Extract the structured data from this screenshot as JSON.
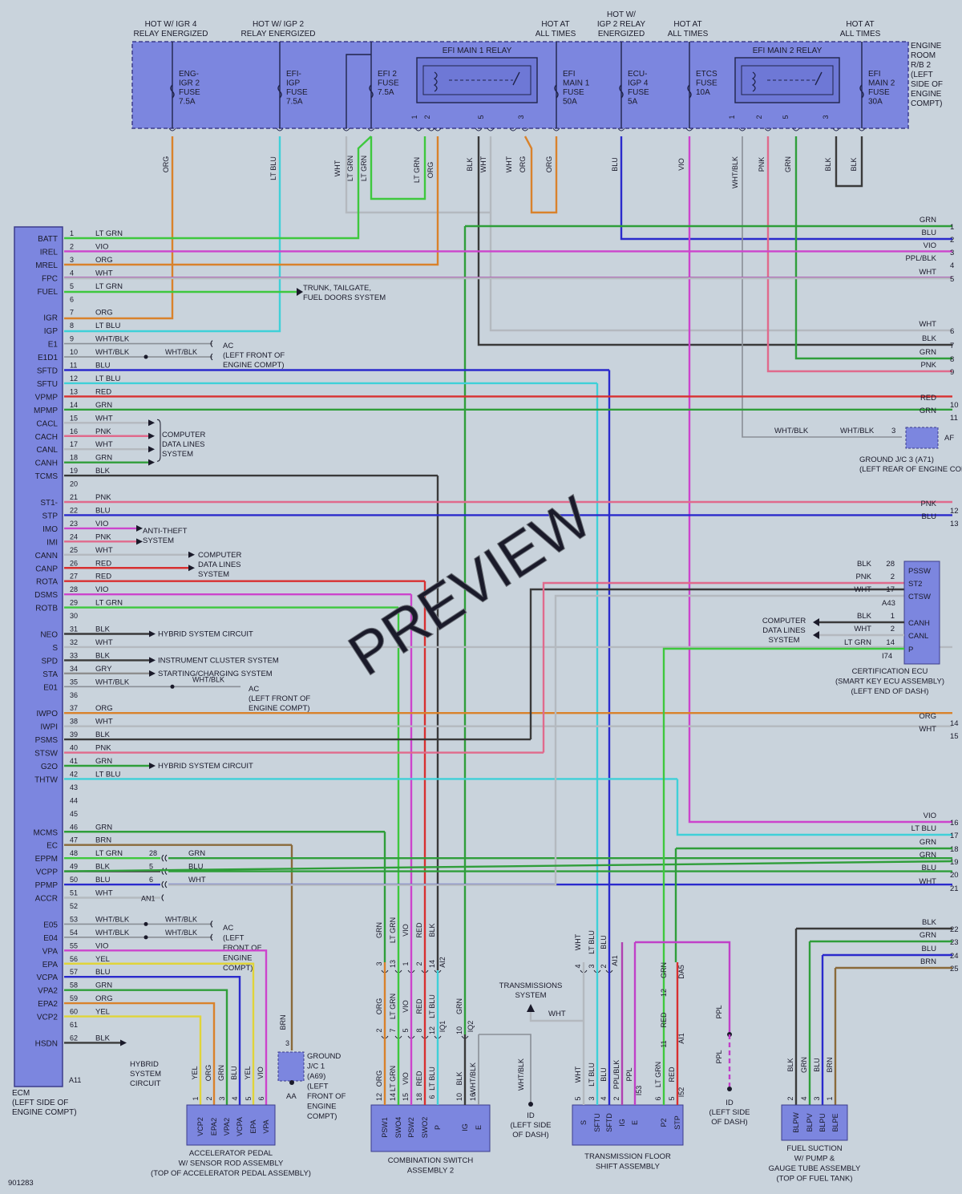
{
  "figure_id": "901283",
  "watermark": "PREVIEW",
  "top_labels": [
    {
      "lines": [
        "HOT W/ IGR 4",
        "RELAY ENERGIZED"
      ]
    },
    {
      "lines": [
        "HOT W/ IGP 2",
        "RELAY ENERGIZED"
      ]
    },
    {
      "lines": [
        "HOT AT",
        "ALL TIMES"
      ]
    },
    {
      "lines": [
        "HOT W/",
        "IGP 2 RELAY",
        "ENERGIZED"
      ]
    },
    {
      "lines": [
        "HOT AT",
        "ALL TIMES"
      ]
    },
    {
      "lines": [
        "HOT AT",
        "ALL TIMES"
      ]
    }
  ],
  "relay_box": {
    "label_lines": [
      "ENGINE",
      "ROOM",
      "R/B 2",
      "(LEFT",
      "SIDE OF",
      "ENGINE",
      "COMPT)"
    ]
  },
  "fuses": [
    {
      "lines": [
        "ENG-",
        "IGR 2",
        "FUSE",
        "7.5A"
      ]
    },
    {
      "lines": [
        "EFI-",
        "IGP",
        "FUSE",
        "7.5A"
      ]
    },
    {
      "lines": [
        "EFI 2",
        "FUSE",
        "7.5A"
      ]
    },
    {
      "lines": [
        "EFI",
        "MAIN 1",
        "FUSE",
        "50A"
      ]
    },
    {
      "lines": [
        "ECU-",
        "IGP 4",
        "FUSE",
        "5A"
      ]
    },
    {
      "lines": [
        "ETCS",
        "FUSE",
        "10A"
      ]
    },
    {
      "lines": [
        "EFI",
        "MAIN 2",
        "FUSE",
        "30A"
      ]
    }
  ],
  "relays": [
    {
      "name": "EFI MAIN 1 RELAY",
      "pins": [
        "1",
        "2",
        "5",
        "3"
      ]
    },
    {
      "name": "EFI MAIN 2 RELAY",
      "pins": [
        "1",
        "2",
        "5",
        "3"
      ]
    }
  ],
  "top_wire_labels": [
    "ORG",
    "LT BLU",
    "WHT",
    "LT GRN",
    "LT GRN",
    "LT GRN",
    "ORG",
    "BLK",
    "WHT",
    "WHT",
    "ORG",
    "ORG",
    "BLU",
    "VIO",
    "WHT/BLK",
    "PNK",
    "GRN",
    "BLK",
    "BLK"
  ],
  "ecm": {
    "label_lines": [
      "ECM",
      "(LEFT SIDE OF",
      "ENGINE COMPT)"
    ],
    "pins": [
      {
        "no": "1",
        "name": "BATT",
        "color": "LT GRN"
      },
      {
        "no": "2",
        "name": "IREL",
        "color": "VIO"
      },
      {
        "no": "3",
        "name": "MREL",
        "color": "ORG"
      },
      {
        "no": "4",
        "name": "FPC",
        "color": "WHT"
      },
      {
        "no": "5",
        "name": "FUEL",
        "color": "LT GRN"
      },
      {
        "no": "6",
        "name": "",
        "color": ""
      },
      {
        "no": "7",
        "name": "IGR",
        "color": "ORG"
      },
      {
        "no": "8",
        "name": "IGP",
        "color": "LT BLU"
      },
      {
        "no": "9",
        "name": "E1",
        "color": "WHT/BLK"
      },
      {
        "no": "10",
        "name": "E1D1",
        "color": "WHT/BLK"
      },
      {
        "no": "11",
        "name": "SFTD",
        "color": "BLU"
      },
      {
        "no": "12",
        "name": "SFTU",
        "color": "LT BLU"
      },
      {
        "no": "13",
        "name": "VPMP",
        "color": "RED"
      },
      {
        "no": "14",
        "name": "MPMP",
        "color": "GRN"
      },
      {
        "no": "15",
        "name": "CACL",
        "color": "WHT"
      },
      {
        "no": "16",
        "name": "CACH",
        "color": "PNK"
      },
      {
        "no": "17",
        "name": "CANL",
        "color": "WHT"
      },
      {
        "no": "18",
        "name": "CANH",
        "color": "GRN"
      },
      {
        "no": "19",
        "name": "TCMS",
        "color": "BLK"
      },
      {
        "no": "20",
        "name": "",
        "color": ""
      },
      {
        "no": "21",
        "name": "ST1-",
        "color": "PNK"
      },
      {
        "no": "22",
        "name": "STP",
        "color": "BLU"
      },
      {
        "no": "23",
        "name": "IMO",
        "color": "VIO"
      },
      {
        "no": "24",
        "name": "IMI",
        "color": "PNK"
      },
      {
        "no": "25",
        "name": "CANN",
        "color": "WHT"
      },
      {
        "no": "26",
        "name": "CANP",
        "color": "RED"
      },
      {
        "no": "27",
        "name": "ROTA",
        "color": "RED"
      },
      {
        "no": "28",
        "name": "DSMS",
        "color": "VIO"
      },
      {
        "no": "29",
        "name": "ROTB",
        "color": "LT GRN"
      },
      {
        "no": "30",
        "name": "",
        "color": ""
      },
      {
        "no": "31",
        "name": "NEO",
        "color": "BLK"
      },
      {
        "no": "32",
        "name": "S",
        "color": "WHT"
      },
      {
        "no": "33",
        "name": "SPD",
        "color": "BLK"
      },
      {
        "no": "34",
        "name": "STA",
        "color": "GRY"
      },
      {
        "no": "35",
        "name": "E01",
        "color": "WHT/BLK"
      },
      {
        "no": "36",
        "name": "",
        "color": ""
      },
      {
        "no": "37",
        "name": "IWPO",
        "color": "ORG"
      },
      {
        "no": "38",
        "name": "IWPI",
        "color": "WHT"
      },
      {
        "no": "39",
        "name": "PSMS",
        "color": "BLK"
      },
      {
        "no": "40",
        "name": "STSW",
        "color": "PNK"
      },
      {
        "no": "41",
        "name": "G2O",
        "color": "GRN"
      },
      {
        "no": "42",
        "name": "THTW",
        "color": "LT BLU"
      },
      {
        "no": "43",
        "name": "",
        "color": ""
      },
      {
        "no": "44",
        "name": "",
        "color": ""
      },
      {
        "no": "45",
        "name": "",
        "color": ""
      },
      {
        "no": "46",
        "name": "MCMS",
        "color": "GRN"
      },
      {
        "no": "47",
        "name": "EC",
        "color": "BRN"
      },
      {
        "no": "48",
        "name": "EPPM",
        "color": "LT GRN"
      },
      {
        "no": "49",
        "name": "VCPP",
        "color": "BLK"
      },
      {
        "no": "50",
        "name": "PPMP",
        "color": "BLU"
      },
      {
        "no": "51",
        "name": "ACCR",
        "color": "WHT"
      },
      {
        "no": "52",
        "name": "",
        "color": ""
      },
      {
        "no": "53",
        "name": "E05",
        "color": "WHT/BLK"
      },
      {
        "no": "54",
        "name": "E04",
        "color": "WHT/BLK"
      },
      {
        "no": "55",
        "name": "VPA",
        "color": "VIO"
      },
      {
        "no": "56",
        "name": "EPA",
        "color": "YEL"
      },
      {
        "no": "57",
        "name": "VCPA",
        "color": "BLU"
      },
      {
        "no": "58",
        "name": "VPA2",
        "color": "GRN"
      },
      {
        "no": "59",
        "name": "EPA2",
        "color": "ORG"
      },
      {
        "no": "60",
        "name": "VCP2",
        "color": "YEL"
      },
      {
        "no": "61",
        "name": "",
        "color": ""
      },
      {
        "no": "62",
        "name": "HSDN",
        "color": "BLK"
      }
    ],
    "connector_A11": "A11"
  },
  "side_callouts": {
    "trunk": [
      "TRUNK, TAILGATE,",
      "FUEL DOORS SYSTEM"
    ],
    "ground_ac": [
      "AC",
      "(LEFT FRONT OF",
      "ENGINE COMPT)"
    ],
    "wht_blk": "WHT/BLK",
    "computer_data_lines": [
      "COMPUTER",
      "DATA LINES",
      "SYSTEM"
    ],
    "anti_theft": [
      "ANTI-THEFT",
      "SYSTEM"
    ],
    "hybrid_system_circuit": "HYBRID SYSTEM CIRCUIT",
    "instrument_cluster": "INSTRUMENT CLUSTER SYSTEM",
    "starting_charging": "STARTING/CHARGING SYSTEM",
    "ground_ac_short": [
      "AC",
      "(LEFT",
      "FRONT OF",
      "ENGINE",
      "COMPT)"
    ],
    "hybrid_system_circuit_3": [
      "HYBRID",
      "SYSTEM",
      "CIRCUIT"
    ],
    "an1": "AN1",
    "junction_pins": [
      "28",
      "5",
      "6"
    ],
    "junction_colors": [
      "GRN",
      "BLU",
      "WHT"
    ]
  },
  "right_wires": [
    {
      "color": "GRN",
      "no": "1"
    },
    {
      "color": "BLU",
      "no": "2"
    },
    {
      "color": "VIO",
      "no": "3"
    },
    {
      "color": "PPL/BLK",
      "no": "4"
    },
    {
      "color": "WHT",
      "no": "5"
    },
    {
      "color": "WHT",
      "no": "6"
    },
    {
      "color": "BLK",
      "no": "7"
    },
    {
      "color": "GRN",
      "no": "8"
    },
    {
      "color": "PNK",
      "no": "9"
    },
    {
      "color": "RED",
      "no": "10"
    },
    {
      "color": "GRN",
      "no": "11"
    },
    {
      "color": "PNK",
      "no": "12"
    },
    {
      "color": "BLU",
      "no": "13"
    },
    {
      "color": "ORG",
      "no": "14"
    },
    {
      "color": "WHT",
      "no": "15"
    },
    {
      "color": "VIO",
      "no": "16"
    },
    {
      "color": "LT BLU",
      "no": "17"
    },
    {
      "color": "GRN",
      "no": "18"
    },
    {
      "color": "GRN",
      "no": "19"
    },
    {
      "color": "BLU",
      "no": "20"
    },
    {
      "color": "WHT",
      "no": "21"
    },
    {
      "color": "BLK",
      "no": "22"
    },
    {
      "color": "GRN",
      "no": "23"
    },
    {
      "color": "BLU",
      "no": "24"
    },
    {
      "color": "BRN",
      "no": "25"
    }
  ],
  "ground_jc3": {
    "wire1": "WHT/BLK",
    "wire2": "WHT/BLK",
    "pin": "3",
    "conn": "AF",
    "lines": [
      "GROUND J/C 3 (A71)",
      "(LEFT REAR OF ENGINE COMPT)"
    ]
  },
  "cert_ecu": {
    "pins": [
      {
        "color": "BLK",
        "no": "28",
        "name": "PSSW"
      },
      {
        "color": "PNK",
        "no": "2",
        "name": "ST2"
      },
      {
        "color": "WHT",
        "no": "17",
        "name": "CTSW"
      },
      {
        "color": "BLK",
        "no": "1",
        "name": "CANH"
      },
      {
        "color": "WHT",
        "no": "2",
        "name": "CANL"
      },
      {
        "color": "LT GRN",
        "no": "14",
        "name": "P"
      }
    ],
    "conn_a": "A43",
    "conn_b": "I74",
    "lines": [
      "CERTIFICATION ECU",
      "(SMART KEY ECU ASSEMBLY)",
      "(LEFT END OF DASH)"
    ]
  },
  "accel_pedal": {
    "pins": [
      "VCP2",
      "EPA2",
      "VPA2",
      "VCPA",
      "EPA",
      "VPA"
    ],
    "wire_colors": [
      "YEL",
      "ORG",
      "GRN",
      "BLU",
      "YEL",
      "VIO"
    ],
    "nums": [
      "1",
      "2",
      "3",
      "4",
      "5",
      "6"
    ],
    "lines": [
      "ACCELERATOR PEDAL",
      "W/ SENSOR ROD ASSEMBLY",
      "(TOP OF ACCELERATOR PEDAL ASSEMBLY)"
    ]
  },
  "ground_jc1": {
    "wire": "BRN",
    "pin": "3",
    "conn": "AA",
    "lines": [
      "GROUND",
      "J/C 1",
      "(A69)",
      "(LEFT",
      "FRONT OF",
      "ENGINE",
      "COMPT)"
    ]
  },
  "combo_switch": {
    "pins": [
      "PSW1",
      "SWO4",
      "PSW2",
      "SWO2",
      "P",
      "IG",
      "E"
    ],
    "upper_colors": [
      "GRN",
      "LT GRN",
      "VIO",
      "RED",
      "BLK"
    ],
    "upper_nums": [
      "3",
      "13",
      "1",
      "2",
      "14"
    ],
    "mid_colors": [
      "ORG",
      "LT GRN",
      "VIO",
      "RED",
      "LT BLU",
      "GRN"
    ],
    "mid_nums": [
      "2",
      "7",
      "5",
      "8",
      "12",
      "10"
    ],
    "low_colors": [
      "ORG",
      "LT GRN",
      "VIO",
      "RED",
      "LT BLU",
      "BLK",
      "WHT/BLK"
    ],
    "low_nums": [
      "12",
      "14",
      "15",
      "18",
      "6",
      "10",
      "16"
    ],
    "conns": [
      "AI2",
      "IQ1",
      "IQ2"
    ],
    "lines": [
      "COMBINATION SWITCH",
      "ASSEMBLY 2"
    ]
  },
  "transmissions": {
    "lines": [
      "TRANSMISSIONS",
      "SYSTEM"
    ],
    "wire": "WHT",
    "id_wire": "WHT/BLK",
    "id_lines": [
      "ID",
      "(LEFT SIDE",
      "OF DASH)"
    ]
  },
  "shift_assembly": {
    "pins": [
      "S",
      "SFTU",
      "SFTD",
      "IG",
      "E",
      "P2",
      "STP"
    ],
    "upper_colors": [
      "WHT",
      "LT BLU",
      "BLU"
    ],
    "upper_nums": [
      "4",
      "3",
      "2"
    ],
    "low_colors": [
      "WHT",
      "LT BLU",
      "BLU",
      "PPL/BLK",
      "PPL",
      "LT GRN",
      "RED"
    ],
    "low_nums": [
      "5",
      "3",
      "4",
      "2",
      "6",
      "5"
    ],
    "mid_colors": [
      "GRN",
      "RED"
    ],
    "mid_nums": [
      "12",
      "11"
    ],
    "conns": [
      "AI1",
      "I53",
      "DA5",
      "AI1",
      "I52"
    ],
    "lines": [
      "TRANSMISSION FLOOR",
      "SHIFT ASSEMBLY"
    ]
  },
  "id_dash": {
    "wire": "PPL",
    "lines": [
      "ID",
      "(LEFT SIDE",
      "OF DASH)"
    ]
  },
  "fuel_pump": {
    "pins": [
      "BLPW",
      "BLPV",
      "BLPU",
      "BLPE"
    ],
    "wire_colors": [
      "BLK",
      "GRN",
      "BLU",
      "BRN"
    ],
    "nums": [
      "2",
      "4",
      "3",
      "1"
    ],
    "lines": [
      "FUEL SUCTION",
      "W/ PUMP &",
      "GAUGE TUBE ASSEMBLY",
      "(TOP OF FUEL TANK)"
    ]
  },
  "colors": {
    "LT GRN": "#3ec83e",
    "GRN": "#2f9e3a",
    "VIO": "#cc44cc",
    "ORG": "#d9822b",
    "WHT": "#b4b9bf",
    "LT BLU": "#3fd0d8",
    "BLU": "#2a2acc",
    "RED": "#d83030",
    "PNK": "#e06a8c",
    "BLK": "#3a3a3a",
    "WHT/BLK": "#8a8f96",
    "GRY": "#8e8e8e",
    "YEL": "#e0d43a",
    "BRN": "#8a6a3a",
    "PPL/BLK": "#b040b0",
    "PPL": "#c040c8",
    "box": "#7c86df",
    "box_stroke": "#3c3c8c"
  }
}
